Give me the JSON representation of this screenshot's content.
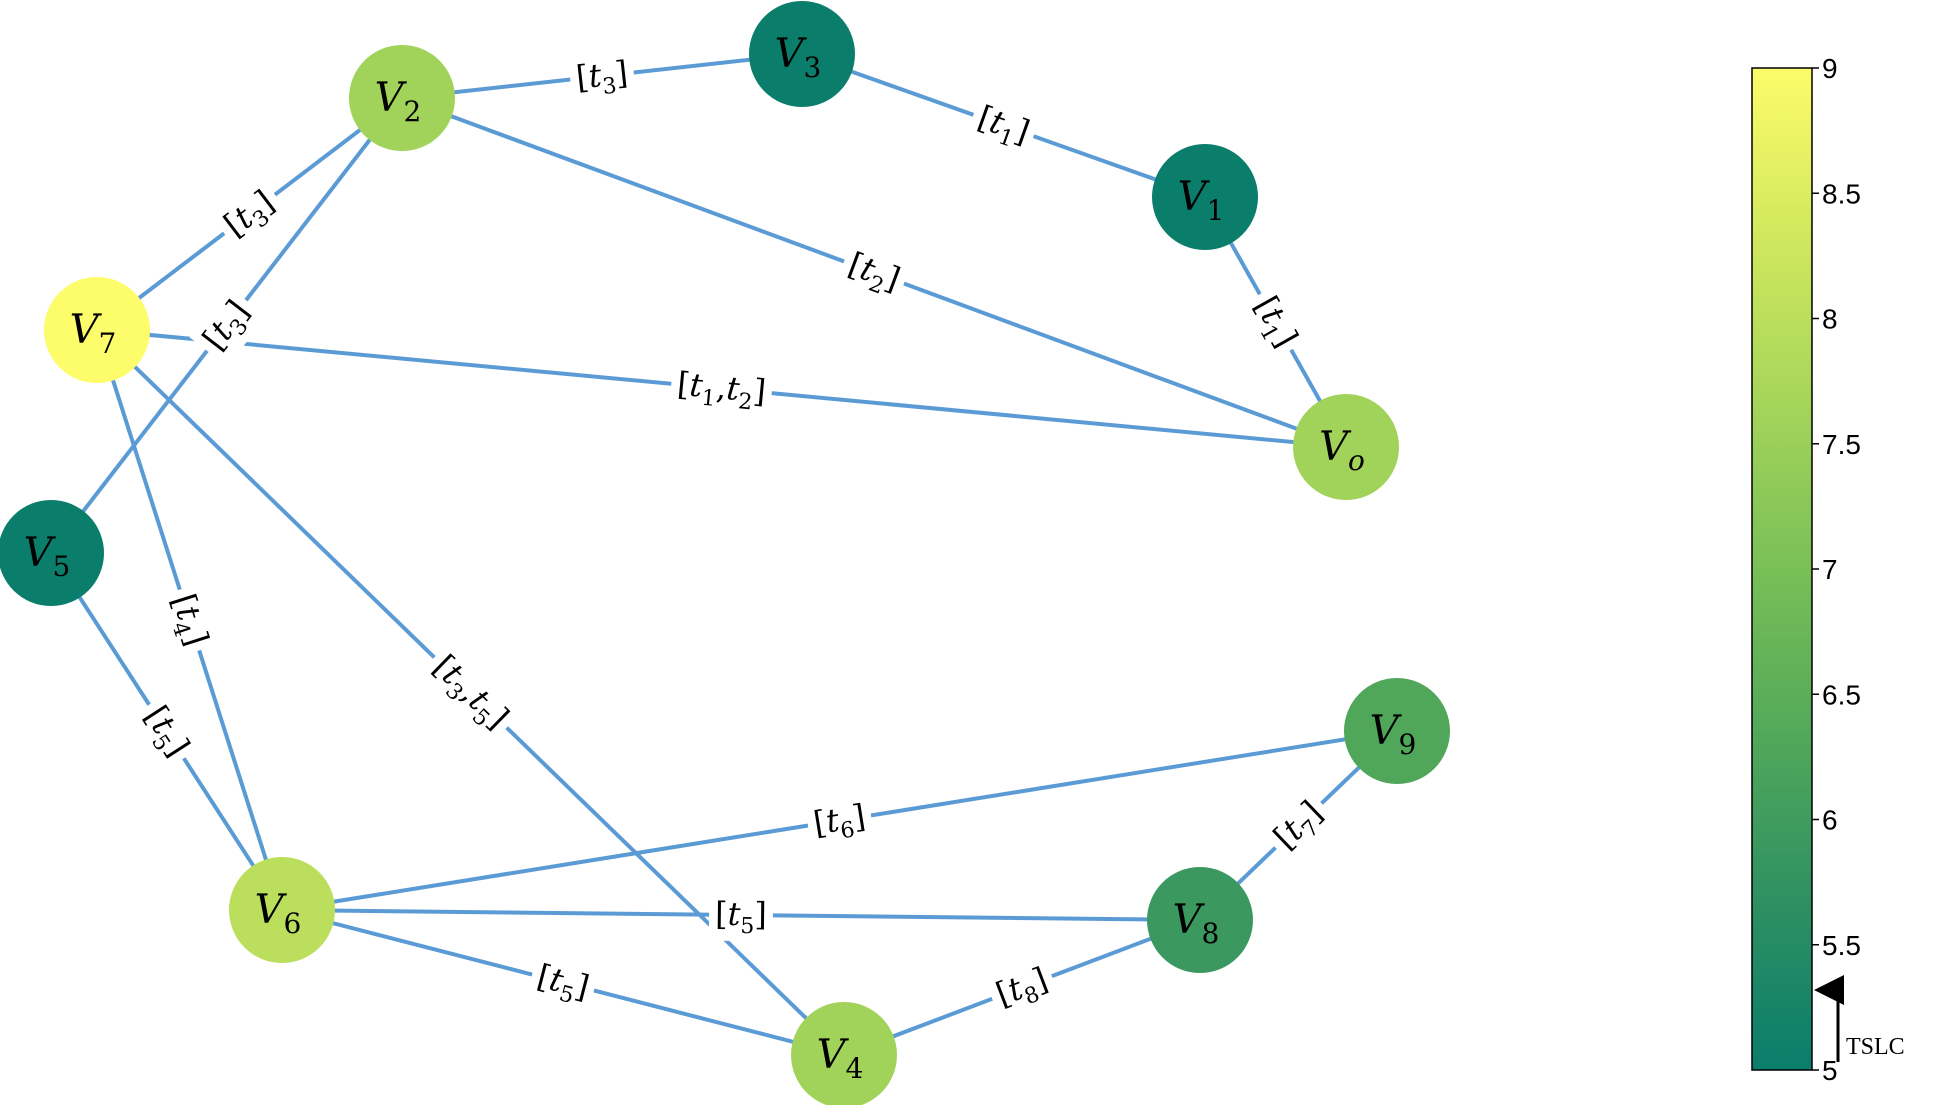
{
  "nodes": [
    {
      "id": "v0",
      "name": "V",
      "sub": "o",
      "value": 7.6
    },
    {
      "id": "v1",
      "name": "V",
      "sub": "1",
      "value": 5.0
    },
    {
      "id": "v2",
      "name": "V",
      "sub": "2",
      "value": 7.6
    },
    {
      "id": "v3",
      "name": "V",
      "sub": "3",
      "value": 5.0
    },
    {
      "id": "v4",
      "name": "V",
      "sub": "4",
      "value": 7.6
    },
    {
      "id": "v5",
      "name": "V",
      "sub": "5",
      "value": 5.0
    },
    {
      "id": "v6",
      "name": "V",
      "sub": "6",
      "value": 8.0
    },
    {
      "id": "v7",
      "name": "V",
      "sub": "7",
      "value": 9.0
    },
    {
      "id": "v8",
      "name": "V",
      "sub": "8",
      "value": 5.9
    },
    {
      "id": "v9",
      "name": "V",
      "sub": "9",
      "value": 6.3
    }
  ],
  "edges": [
    {
      "from": "v2",
      "to": "v3",
      "label": [
        {
          "t": "t",
          "s": "3"
        }
      ]
    },
    {
      "from": "v3",
      "to": "v1",
      "label": [
        {
          "t": "t",
          "s": "1"
        }
      ]
    },
    {
      "from": "v1",
      "to": "v0",
      "label": [
        {
          "t": "t",
          "s": "1"
        }
      ]
    },
    {
      "from": "v2",
      "to": "v0",
      "label": [
        {
          "t": "t",
          "s": "2"
        }
      ]
    },
    {
      "from": "v7",
      "to": "v2",
      "label": [
        {
          "t": "t",
          "s": "3"
        }
      ]
    },
    {
      "from": "v5",
      "to": "v2",
      "label": [
        {
          "t": "t",
          "s": "3"
        }
      ]
    },
    {
      "from": "v7",
      "to": "v0",
      "label": [
        {
          "t": "t",
          "s": "1"
        },
        {
          "t": "t",
          "s": "2"
        }
      ]
    },
    {
      "from": "v7",
      "to": "v6",
      "label": [
        {
          "t": "t",
          "s": "4"
        }
      ]
    },
    {
      "from": "v7",
      "to": "v4",
      "label": [
        {
          "t": "t",
          "s": "3"
        },
        {
          "t": "t",
          "s": "5"
        }
      ]
    },
    {
      "from": "v5",
      "to": "v6",
      "label": [
        {
          "t": "t",
          "s": "5"
        }
      ]
    },
    {
      "from": "v6",
      "to": "v9",
      "label": [
        {
          "t": "t",
          "s": "6"
        }
      ]
    },
    {
      "from": "v6",
      "to": "v8",
      "label": [
        {
          "t": "t",
          "s": "5"
        }
      ]
    },
    {
      "from": "v6",
      "to": "v4",
      "label": [
        {
          "t": "t",
          "s": "5"
        }
      ]
    },
    {
      "from": "v4",
      "to": "v8",
      "label": [
        {
          "t": "t",
          "s": "8"
        }
      ]
    },
    {
      "from": "v8",
      "to": "v9",
      "label": [
        {
          "t": "t",
          "s": "7"
        }
      ]
    }
  ],
  "colorbar": {
    "min": 5,
    "max": 9,
    "ticks": [
      "5",
      "5.5",
      "6",
      "6.5",
      "7",
      "7.5",
      "8",
      "8.5",
      "9"
    ],
    "axis_name": "TSLC",
    "colors": [
      "#0a7d6b",
      "#2e9062",
      "#52a85a",
      "#79bf57",
      "#a5d55a",
      "#d1e85e",
      "#fdfc6a"
    ]
  }
}
